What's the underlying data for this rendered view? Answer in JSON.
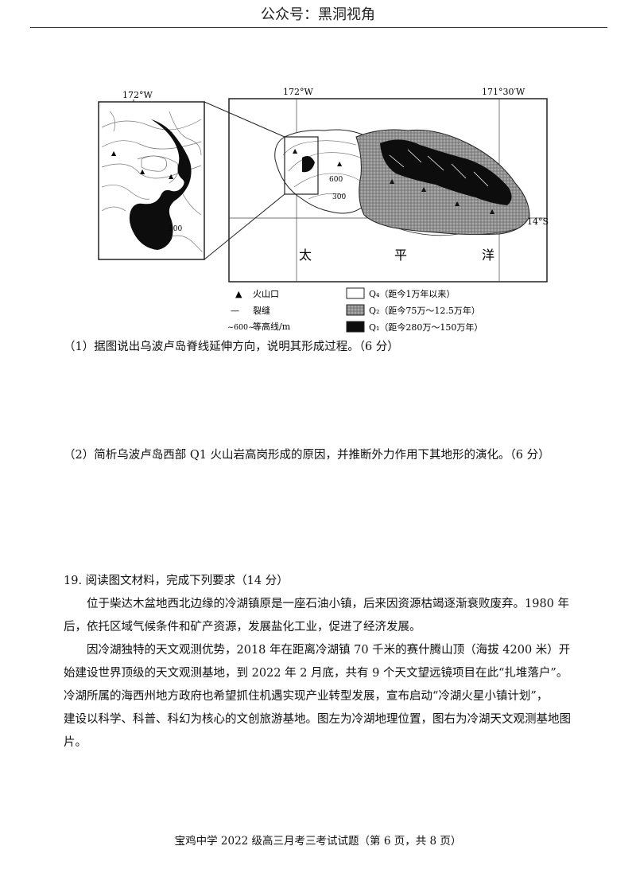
{
  "header": {
    "text": "公众号：黑洞视角"
  },
  "figure": {
    "left_map": {
      "longitude_label": "172°W",
      "contour_label": "300"
    },
    "right_map": {
      "longitude_labels": [
        "172°W",
        "171°30′W"
      ],
      "latitude_label": "14°S",
      "contour_labels": [
        "600",
        "300"
      ],
      "ocean_chars": [
        "太",
        "平",
        "洋"
      ]
    },
    "legend": [
      {
        "key": "vent",
        "symbol": "▲",
        "label": "火山口"
      },
      {
        "key": "rift",
        "symbol": "—",
        "label": "裂缝"
      },
      {
        "key": "contour",
        "symbol": "~600~",
        "label": "等高线/m"
      },
      {
        "key": "q4",
        "label": "Q₄（距今1万年以来）",
        "fill": "#ffffff"
      },
      {
        "key": "q2",
        "label": "Q₂（距今75万～12.5万年）",
        "fill": "#9a9a9a"
      },
      {
        "key": "q1",
        "label": "Q₁（距今280万～150万年）",
        "fill": "#0d0d0d"
      }
    ]
  },
  "questions": {
    "q1": "（1）据图说出乌波卢岛脊线延伸方向，说明其形成过程。（6 分）",
    "q2": "（2）简析乌波卢岛西部 Q1 火山岩高岗形成的原因，并推断外力作用下其地形的演化。（6 分）"
  },
  "q19": {
    "title": "19. 阅读图文材料，完成下列要求（14 分）",
    "p1": "位于柴达木盆地西北边缘的冷湖镇原是一座石油小镇，后来因资源枯竭逐渐衰败废弃。1980 年后，依托区域气候条件和矿产资源，发展盐化工业，促进了经济发展。",
    "p2": "因冷湖独特的天文观测优势，2018 年在距离冷湖镇 70 千米的赛什腾山顶（海拔 4200 米）开始建设世界顶级的天文观测基地，到 2022 年 2 月底，共有 9 个天文望远镜项目在此“扎堆落户”。冷湖所属的海西州地方政府也希望抓住机遇实现产业转型发展，宣布启动“冷湖火星小镇计划”，",
    "p3": "建设以科学、科普、科幻为核心的文创旅游基地。图左为冷湖地理位置，图右为冷湖天文观测基地图片。"
  },
  "footer": {
    "text": "宝鸡中学 2022 级高三月考三考试试题（第 6 页，共 8 页）"
  }
}
